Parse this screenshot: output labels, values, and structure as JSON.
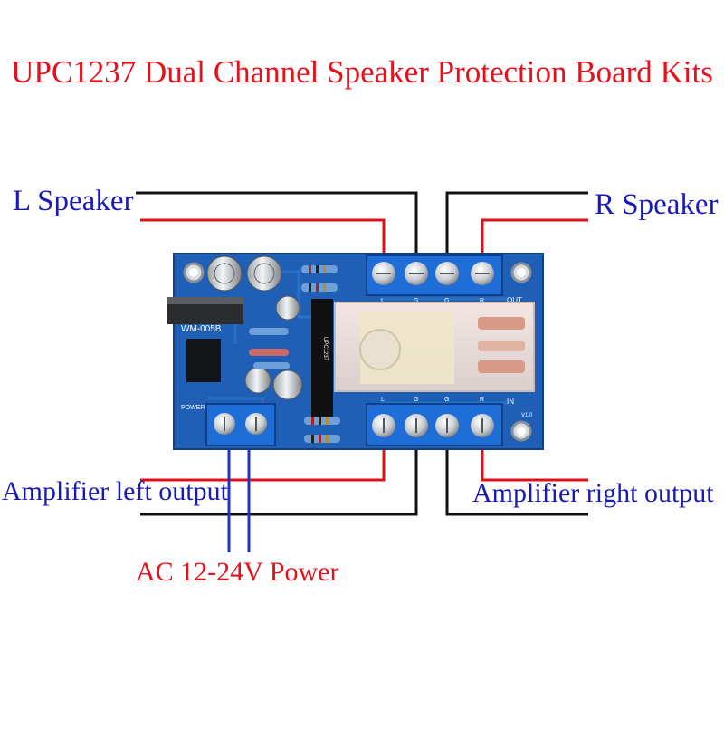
{
  "title": "UPC1237 Dual Channel Speaker Protection Board Kits",
  "labels": {
    "left_speaker": "L Speaker",
    "right_speaker": "R Speaker",
    "amp_left_output": "Amplifier left output",
    "amp_right_output": "Amplifier right output",
    "power": "AC 12-24V Power"
  },
  "board": {
    "model": "WM-005B",
    "chip": "UPC1237",
    "power_label": "POWER",
    "out_label": "OUT",
    "in_label": "IN",
    "version": "V1.0",
    "terminal_out_marks": [
      "L",
      "G",
      "G",
      "R"
    ],
    "terminal_in_marks": [
      "L",
      "G",
      "G",
      "R"
    ]
  },
  "colors": {
    "title_text": "#e8101a",
    "label_blue": "#1a1ab8",
    "label_red": "#e8101a",
    "wire_black": "#111111",
    "wire_red": "#e01018",
    "wire_blue": "#2233cc",
    "pcb_blue": "#1f5fb5",
    "pcb_dark": "#123f82"
  }
}
